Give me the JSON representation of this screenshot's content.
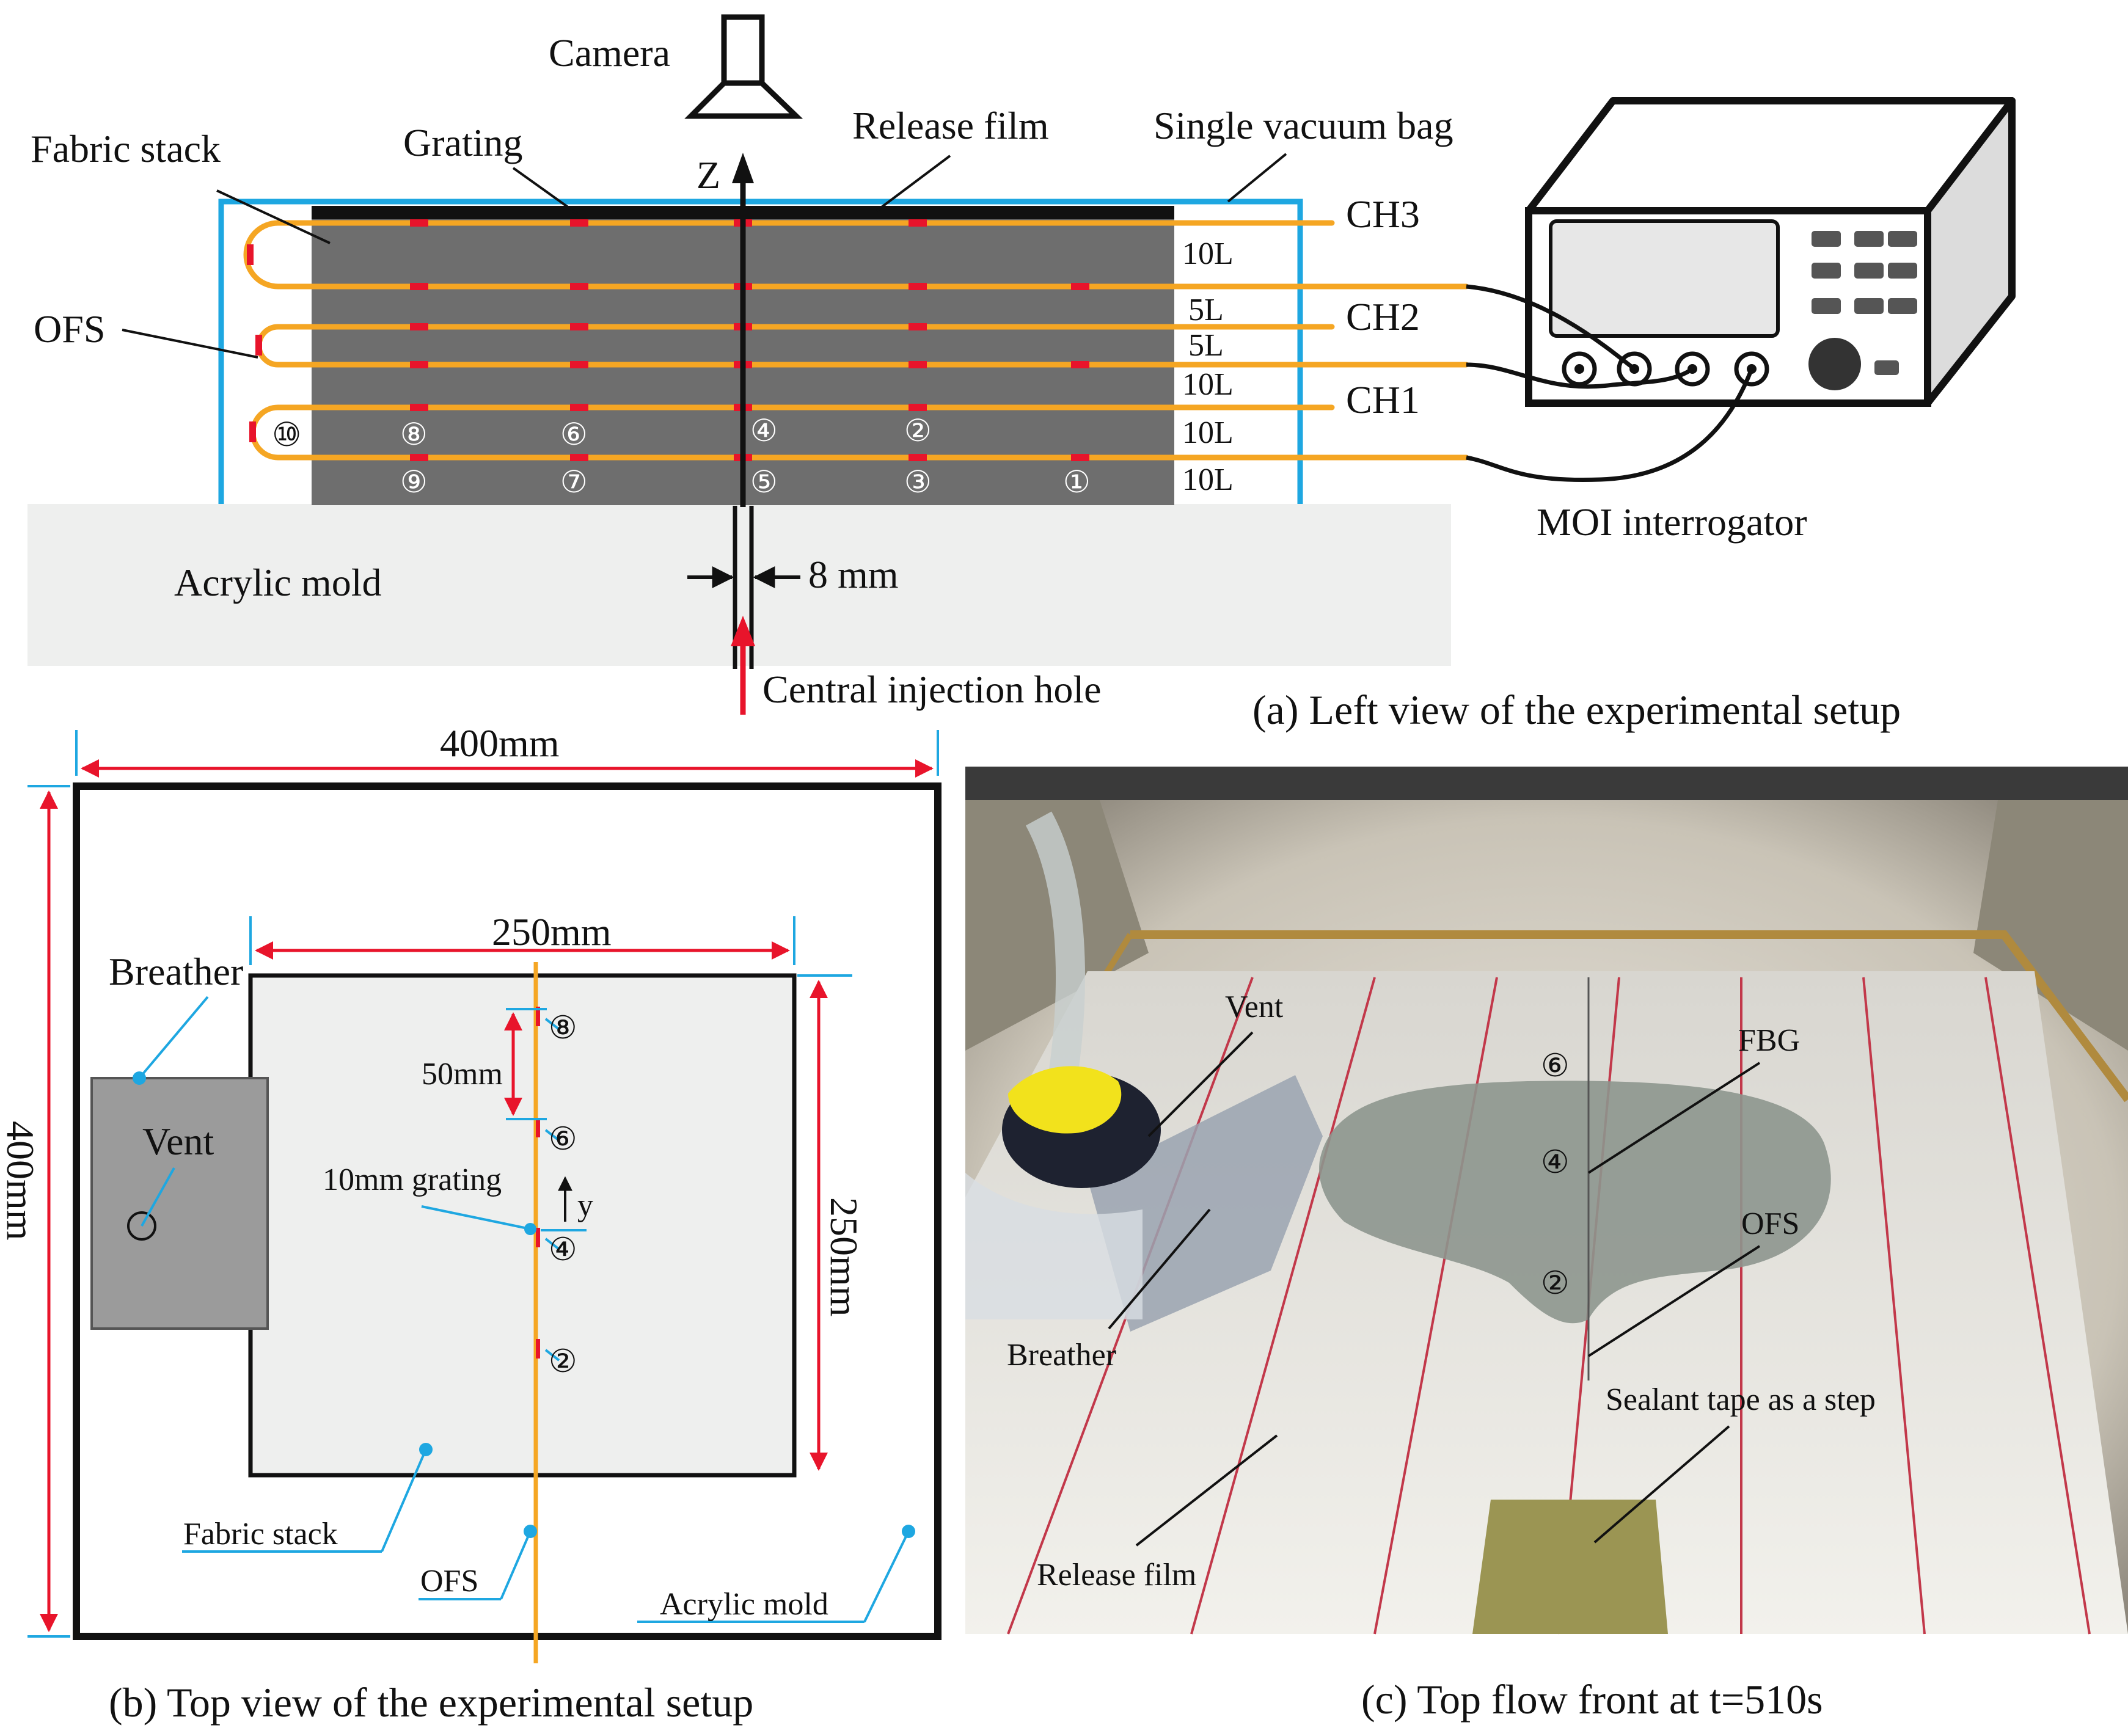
{
  "panel_a": {
    "camera": "Camera",
    "fabric_stack": "Fabric stack",
    "grating": "Grating",
    "release_film": "Release film",
    "vacuum_bag": "Single vacuum bag",
    "z_axis": "Z",
    "ofs": "OFS",
    "channels": [
      "CH3",
      "CH2",
      "CH1"
    ],
    "layers": [
      "10L",
      "5L",
      "5L",
      "10L",
      "10L",
      "10L"
    ],
    "sensors_upper": [
      "⑩",
      "⑧",
      "⑥",
      "④",
      "②"
    ],
    "sensors_lower": [
      "⑨",
      "⑦",
      "⑤",
      "③",
      "①"
    ],
    "acrylic_mold": "Acrylic mold",
    "hole_width": "8 mm",
    "injection": "Central injection hole",
    "interrogator": "MOI interrogator",
    "caption": "(a) Left view of the experimental setup",
    "colors": {
      "fabric": "#6e6e6e",
      "fiber": "#f5a623",
      "bag": "#1ea7e1",
      "grating": "#e8142b",
      "mold": "#eeefee"
    }
  },
  "panel_b": {
    "outer_width": "400mm",
    "outer_height": "400mm",
    "inner_width": "250mm",
    "inner_height": "250mm",
    "breather": "Breather",
    "vent": "Vent",
    "spacing": "50mm",
    "grating_len": "10mm grating",
    "y_axis": "y",
    "sensors": [
      "⑧",
      "⑥",
      "④",
      "②"
    ],
    "fabric_stack": "Fabric stack",
    "ofs": "OFS",
    "acrylic_mold": "Acrylic mold",
    "caption": "(b) Top view of the experimental setup"
  },
  "panel_c": {
    "vent": "Vent",
    "fbg": "FBG",
    "ofs": "OFS",
    "breather": "Breather",
    "sealant": "Sealant tape as a step",
    "release_film": "Release film",
    "sensors": [
      "⑥",
      "④",
      "②"
    ],
    "caption": "(c) Top flow front at t=510s"
  }
}
